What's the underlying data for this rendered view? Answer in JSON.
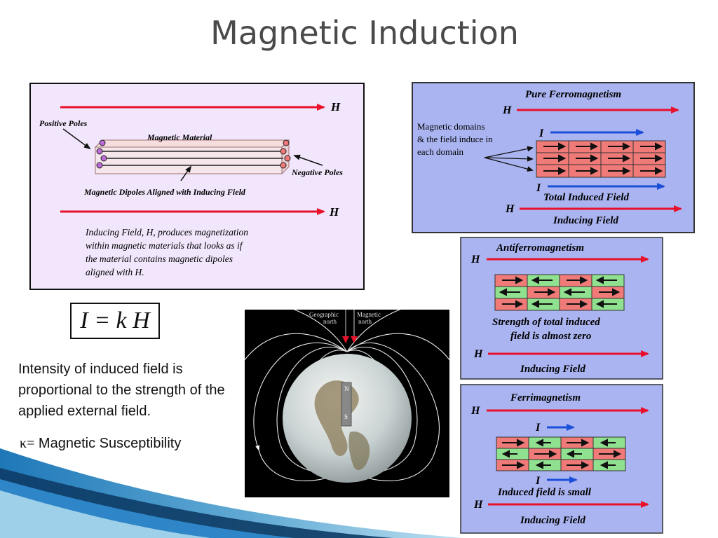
{
  "slide": {
    "title": "Magnetic Induction",
    "body_text": "Intensity of induced field is proportional to the strength of the applied external field.",
    "susceptibility_symbol": "κ=",
    "susceptibility_label": " Magnetic Susceptibility",
    "formula": "I = k H"
  },
  "dipole_panel": {
    "h_label": "H",
    "positive_poles": "Positive Poles",
    "negative_poles": "Negative Poles",
    "material": "Magnetic Material",
    "dipoles_caption": "Magnetic Dipoles Aligned with Inducing Field",
    "description_lines": [
      "Inducing Field, H, produces magnetization",
      "within magnetic materials that looks as if",
      "the material contains magnetic dipoles",
      "aligned with H."
    ]
  },
  "ferro_panel": {
    "title": "Pure Ferromagnetism",
    "h_label": "H",
    "i_label": "I",
    "domains_lines": [
      "Magnetic domains",
      "& the field induce in",
      "each domain"
    ],
    "total_induced": "Total Induced Field",
    "inducing": "Inducing Field"
  },
  "antiferro_panel": {
    "title": "Antiferromagnetism",
    "h_label": "H",
    "strength_lines": [
      "Strength of total induced",
      "field is almost zero"
    ],
    "inducing": "Inducing Field"
  },
  "ferri_panel": {
    "title": "Ferrimagnetism",
    "h_label": "H",
    "i_label": "I",
    "induced_small": "Induced field is small",
    "inducing": "Inducing Field"
  },
  "earth_image": {
    "geographic_north": [
      "Geographic",
      "north"
    ],
    "magnetic_north": [
      "Magnetic",
      "north"
    ],
    "n_label": "N",
    "s_label": "S"
  },
  "colors": {
    "arrow_red": "#e8102a",
    "arrow_blue": "#1a4fd8",
    "panel_blue": "#aab4f0",
    "panel_pink": "#f1e6fb",
    "cell_red": "#f07a78",
    "cell_green": "#8fe08f",
    "title_gray": "#4a4a4a"
  }
}
